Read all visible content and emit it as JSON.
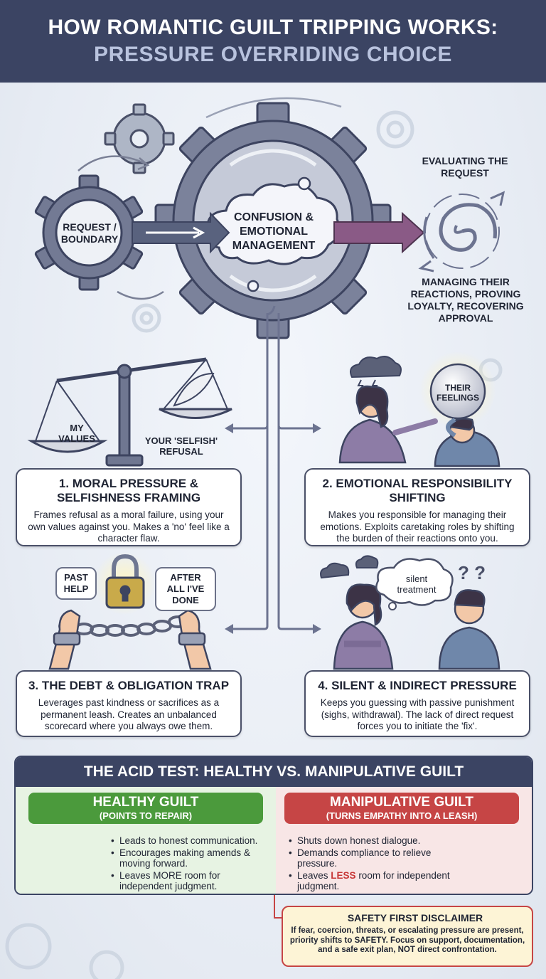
{
  "header": {
    "title_line1": "HOW ROMANTIC GUILT TRIPPING WORKS:",
    "title_line2": "PRESSURE OVERRIDING CHOICE"
  },
  "diagram": {
    "input_gear_label": "REQUEST / BOUNDARY",
    "center_label": "CONFUSION & EMOTIONAL MANAGEMENT",
    "evaluating_label": "EVALUATING THE REQUEST",
    "managing_label": "MANAGING THEIR REACTIONS, PROVING LOYALTY, RECOVERING APPROVAL"
  },
  "tactics": [
    {
      "title": "1. MORAL PRESSURE & SELFISHNESS FRAMING",
      "text": "Frames refusal as a moral failure, using your own values against you. Makes a 'no' feel like a character flaw.",
      "art_labels": {
        "left_pan": "MY VALUES",
        "right_pan": "YOUR 'SELFISH' REFUSAL"
      }
    },
    {
      "title": "2. EMOTIONAL RESPONSIBILITY SHIFTING",
      "text": "Makes you responsible for managing their emotions. Exploits caretaking roles by shifting the burden of their reactions onto you.",
      "art_labels": {
        "orb": "THEIR FEELINGS"
      }
    },
    {
      "title": "3. THE DEBT & OBLIGATION TRAP",
      "text": "Leverages past kindness or sacrifices as a permanent leash. Creates an unbalanced scorecard where you always owe them.",
      "art_labels": {
        "bubble_left": "PAST HELP",
        "bubble_right": "AFTER ALL I'VE DONE"
      }
    },
    {
      "title": "4. SILENT & INDIRECT PRESSURE",
      "text": "Keeps you guessing with passive punishment (sighs, withdrawal). The lack of direct request forces you to initiate the 'fix'.",
      "art_labels": {
        "thought": "silent treatment",
        "marks": "? ?"
      }
    }
  ],
  "acid_test": {
    "heading": "THE ACID TEST: HEALTHY VS. MANIPULATIVE GUILT",
    "healthy": {
      "title": "HEALTHY GUILT",
      "subtitle": "(POINTS TO REPAIR)",
      "bullets": [
        "Leads to honest communication.",
        "Encourages making amends & moving forward.",
        "Leaves MORE room for independent judgment."
      ]
    },
    "manipulative": {
      "title": "MANIPULATIVE GUILT",
      "subtitle": "(TURNS EMPATHY INTO A LEASH)",
      "bullets": [
        "Shuts down honest dialogue.",
        "Demands compliance to relieve pressure."
      ],
      "last_bullet_pre": "Leaves ",
      "last_bullet_em": "LESS",
      "last_bullet_post": " room for independent judgment."
    }
  },
  "safety": {
    "title": "SAFETY FIRST DISCLAIMER",
    "text": "If fear, coercion, threats, or escalating pressure are present, priority shifts to SAFETY. Focus on support, documentation, and a safe exit plan, NOT direct confrontation."
  },
  "colors": {
    "header_bg": "#3b4463",
    "healthy_green": "#4b9a3c",
    "manipulative_red": "#c64545",
    "gear_gray": "#6f7791",
    "arrow_purple": "#8a5a86"
  }
}
